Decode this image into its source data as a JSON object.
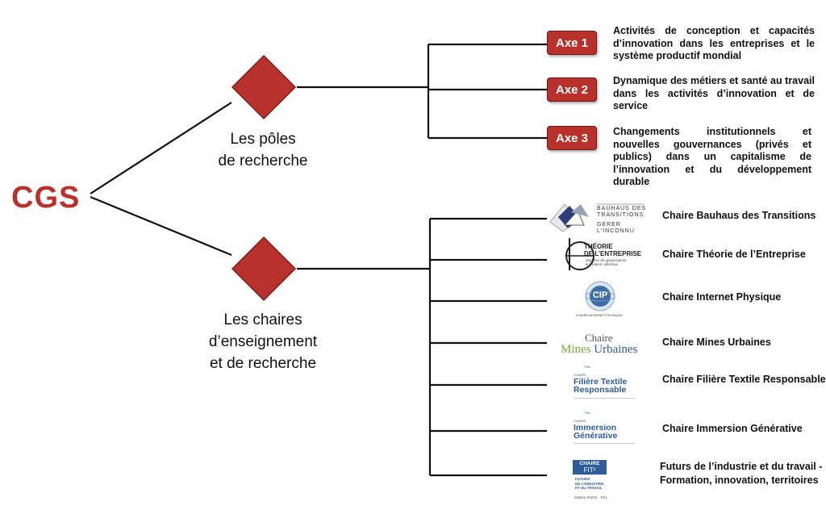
{
  "root": {
    "label": "CGS"
  },
  "branches": {
    "poles": {
      "label_line1": "Les pôles",
      "label_line2": "de recherche"
    },
    "chaires": {
      "label_line1": "Les chaires",
      "label_line2": "d’enseignement",
      "label_line3": "et de recherche"
    }
  },
  "axes": [
    {
      "label": "Axe 1",
      "description": "Activités de conception et capacités d’innovation dans les entreprises et le système productif mondial"
    },
    {
      "label": "Axe 2",
      "description": "Dynamique des métiers et santé au travail dans les activités d’innovation et de service"
    },
    {
      "label": "Axe 3",
      "description": "Changements institutionnels et nouvelles gouvernances (privés et publics) dans un capitalisme de l’innovation et du développement durable"
    }
  ],
  "chairs": [
    {
      "label": "Chaire Bauhaus des Transitions",
      "logo": {
        "line1": "BAUHAUS DES",
        "line2": "TRANSITIONS",
        "line3": "GERER L'INCONNU"
      }
    },
    {
      "label": "Chaire Théorie de l’Entreprise",
      "logo": {
        "line1": "THÉORIE",
        "line2": "DE L’ENTREPRISE",
        "line3": "Modèles de gouvernance",
        "line4": "& création collective"
      }
    },
    {
      "label": "Chaire Internet Physique",
      "logo": {
        "mark": "CIP",
        "caption": "CHAIRE INTERNET PHYSIQUE"
      }
    },
    {
      "label": "Chaire Mines Urbaines",
      "logo": {
        "line1": "Chaire",
        "word1": "Mines",
        "word2": "Urbaines"
      }
    },
    {
      "label": "Chaire Filière Textile Responsable",
      "logo": {
        "tag": "PSL",
        "line1": "CHAIRE",
        "line2": "Filière Textile",
        "line3": "Responsable"
      }
    },
    {
      "label": "Chaire Immersion Générative",
      "logo": {
        "tag": "PSL",
        "line1": "CHAIRE",
        "line2": "Immersion",
        "line3": "Générative"
      }
    },
    {
      "label_line1": "Futurs de l’industrie et du travail -",
      "label_line2": "Formation, innovation, territoires",
      "logo": {
        "box1": "CHAIRE",
        "box2": "FIT²",
        "line1": "FUTURS",
        "line2": "DE L’INDUSTRIE",
        "line3": "ET DU TRAVAIL",
        "footer": "MINES PARIS · PSL"
      }
    }
  ],
  "colors": {
    "accent": "#b8312b",
    "diamond_border": "#7a1f1a",
    "logo_blue": "#2e5c9a",
    "logo_green": "#7aa63c"
  }
}
